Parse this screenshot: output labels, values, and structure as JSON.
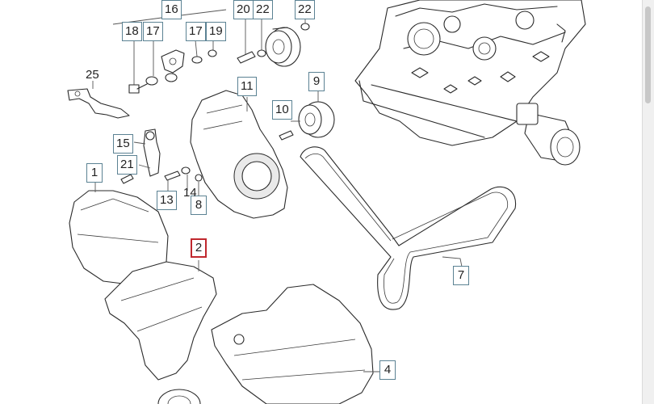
{
  "callouts": {
    "c1": "1",
    "c2": "2",
    "c4": "4",
    "c7": "7",
    "c8": "8",
    "c9": "9",
    "c10": "10",
    "c11": "11",
    "c13": "13",
    "c14": "14",
    "c15": "15",
    "c16": "16",
    "c17a": "17",
    "c17b": "17",
    "c18": "18",
    "c19": "19",
    "c20": "20",
    "c21": "21",
    "c22a": "22",
    "c22b": "22",
    "c25": "25"
  },
  "selected_callout": "2",
  "colors": {
    "callout_border": "#5b8293",
    "selected_border": "#c0282e"
  }
}
